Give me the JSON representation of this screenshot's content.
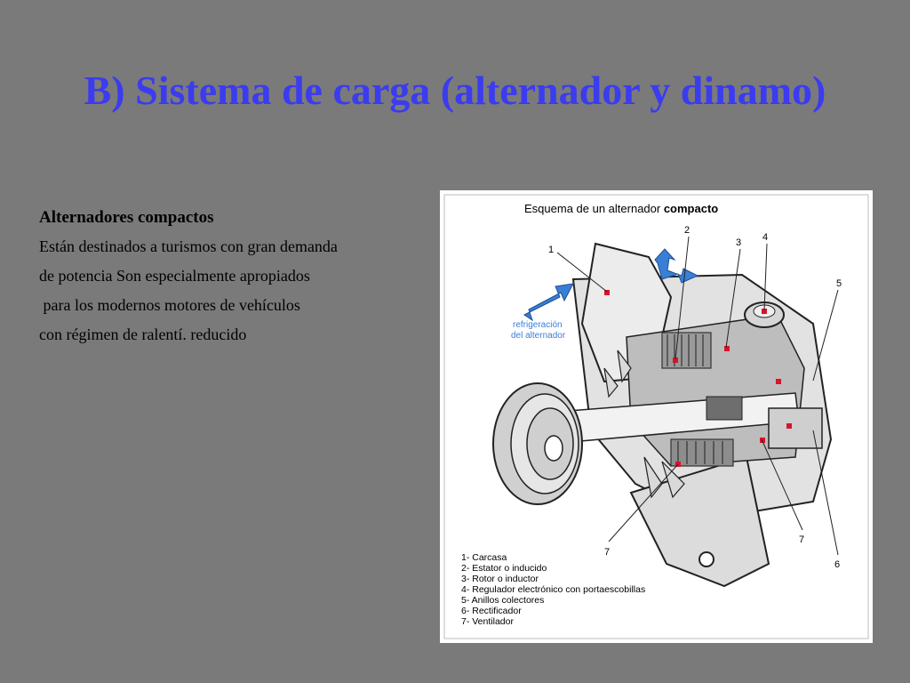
{
  "slide": {
    "title": "B) Sistema de carga (alternador y dinamo)"
  },
  "content": {
    "heading": "Alternadores compactos",
    "lines": [
      "Están destinados a turismos con gran demanda",
      "de potencia Son especialmente apropiados",
      " para los modernos motores de vehículos",
      "con régimen de ralentí. reducido"
    ]
  },
  "figure": {
    "title_prefix": "Esquema de un alternador ",
    "title_bold": "compacto",
    "cooling_label_1": "refrigeración",
    "cooling_label_2": "del alternador",
    "callouts": [
      "1",
      "2",
      "3",
      "4",
      "5",
      "6",
      "7",
      "7"
    ],
    "legend": [
      "1- Carcasa",
      "2- Estator o inducido",
      "3- Rotor o inductor",
      "4- Regulador electrónico con portaescobillas",
      "5- Anillos colectores",
      "6- Rectificador",
      "7- Ventilador"
    ],
    "colors": {
      "arrow": "#3a7fd6",
      "marker": "#d8142a"
    }
  }
}
